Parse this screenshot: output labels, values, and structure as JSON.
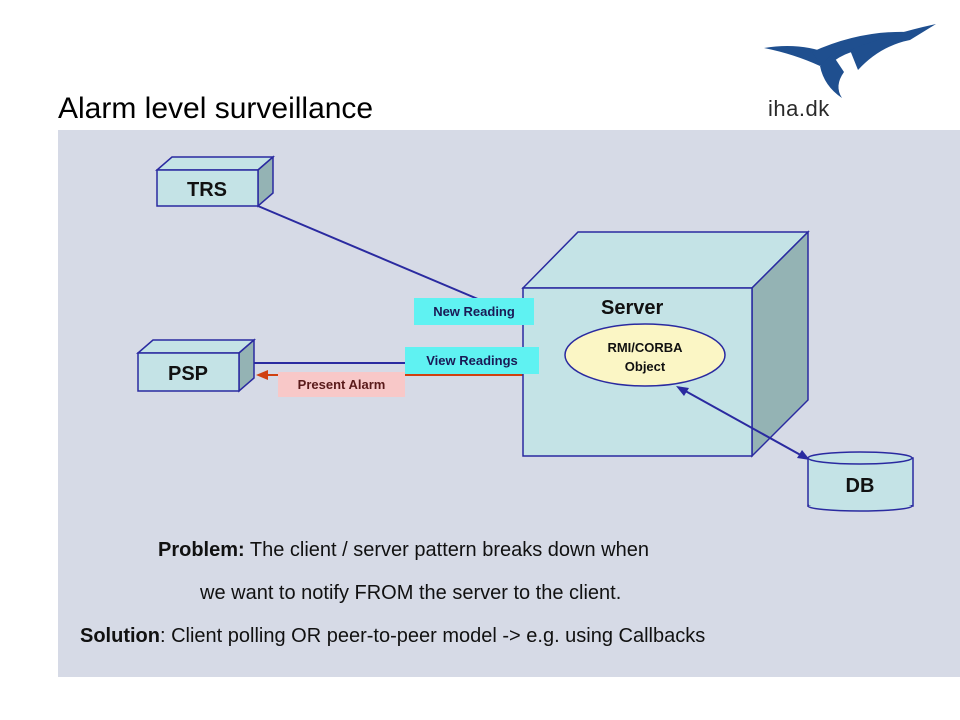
{
  "slide": {
    "title": "Alarm level surveillance",
    "logo_text": "iha.dk"
  },
  "diagram": {
    "nodes": {
      "trs": "TRS",
      "psp": "PSP",
      "server": "Server",
      "rmi_line1": "RMI/CORBA",
      "rmi_line2": "Object",
      "db": "DB"
    },
    "edges": {
      "new_reading": "New Reading",
      "view_readings": "View Readings",
      "present_alarm": "Present Alarm"
    },
    "colors": {
      "box_fill": "#c4e3e6",
      "box_side": "#94b3b4",
      "line_blue": "#2a2aa0",
      "line_red": "#d04010",
      "ellipse_fill": "#fbf6c5"
    }
  },
  "text": {
    "problem_label": "Problem:",
    "problem_text": " The client / server pattern breaks down when",
    "problem_text2": "we want to notify FROM the server to the client.",
    "solution_label": "Solution",
    "solution_text": ": Client polling OR peer-to-peer model -> e.g. using Callbacks"
  }
}
